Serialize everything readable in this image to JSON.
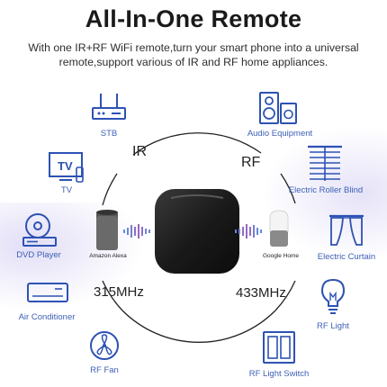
{
  "header": {
    "title": "All-In-One Remote",
    "subtitle": "With one IR+RF WiFi remote,turn your smart phone into a universal remote,support various of IR and RF home appliances."
  },
  "protocols": {
    "ir": "IR",
    "rf": "RF",
    "ir_freq": "315MHz",
    "rf_freq": "433MHz"
  },
  "speakers": {
    "left": "Amazon Alexa",
    "right": "Google Home"
  },
  "appliances": {
    "stb": "STB",
    "tv": "TV",
    "dvd": "DVD Player",
    "ac": "Air Conditioner",
    "fan": "RF Fan",
    "audio": "Audio Equipment",
    "blind": "Electric Roller Blind",
    "curtain": "Electric Curtain",
    "light": "RF Light",
    "switch": "RF Light Switch"
  },
  "colors": {
    "accent": "#2d52b3",
    "label": "#3d5fb5",
    "hub": "#1c1c1c"
  }
}
